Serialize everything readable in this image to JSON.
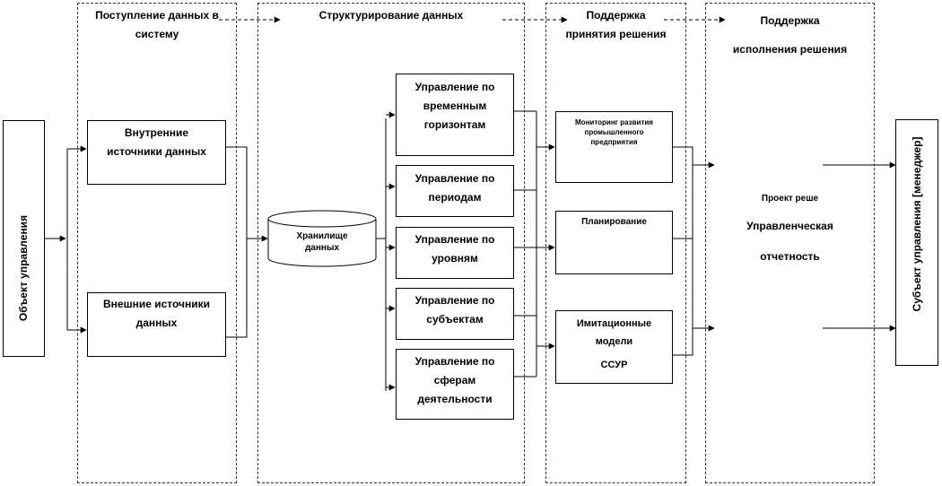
{
  "zones": {
    "data_input": {
      "title_line1": "Поступление данных в",
      "title_line2": "систему"
    },
    "structuring": {
      "title": "Структурирование данных"
    },
    "decision_support": {
      "title_line1": "Поддержка",
      "title_line2": "принятия решения"
    },
    "execution_support": {
      "title_line1": "Поддержка",
      "title_line2": "исполнения решения"
    }
  },
  "object": {
    "label": "Объект управления"
  },
  "sources": {
    "internal": {
      "line1": "Внутренние",
      "line2": "источники данных"
    },
    "external": {
      "line1": "Внешние источники",
      "line2": "данных"
    }
  },
  "warehouse": {
    "line1": "Хранилище",
    "line2": "данных"
  },
  "management": [
    {
      "lines": [
        "Управление по",
        "временным",
        "горизонтам"
      ]
    },
    {
      "lines": [
        "Управление по",
        "периодам"
      ]
    },
    {
      "lines": [
        "Управление по",
        "уровням"
      ]
    },
    {
      "lines": [
        "Управление по",
        "субъектам"
      ]
    },
    {
      "lines": [
        "Управление по",
        "сферам",
        "деятельности"
      ]
    }
  ],
  "support": {
    "monitoring": {
      "lines": [
        "Мониторинг развития",
        "промышленного",
        "предприятия"
      ]
    },
    "planning": {
      "label": "Планирование"
    },
    "simulation": {
      "line1": "Имитационные",
      "line2": "модели",
      "line3": "ССУР"
    }
  },
  "execution": {
    "draft": "Проект реше",
    "report_line1": "Управленческая",
    "report_line2": "отчетность"
  },
  "subject": {
    "label": "Субъект управления [менеджер]"
  }
}
